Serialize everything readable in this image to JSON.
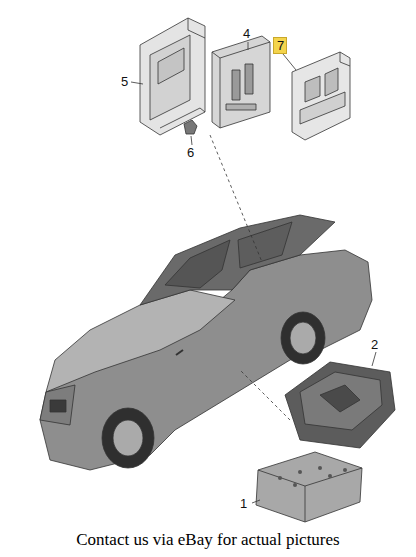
{
  "diagram": {
    "caption": "Contact us via eBay for actual pictures",
    "nodes": [
      {
        "text": [
          "7"
        ]
      }
    ],
    "labels": [
      "5",
      "4",
      "6",
      "2",
      "1"
    ]
  }
}
